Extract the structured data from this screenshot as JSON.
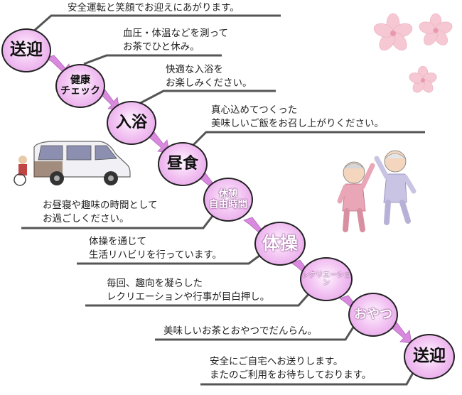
{
  "steps": [
    {
      "label": "送迎",
      "description": [
        "安全運転と笑顔でお迎えにあがります。"
      ]
    },
    {
      "label": "健康チェック",
      "label_lines": [
        "健康",
        "チェック"
      ],
      "description": [
        "血圧・体温などを測って",
        "お茶でひと休み。"
      ]
    },
    {
      "label": "入浴",
      "description": [
        "快適な入浴を",
        "お楽しみください。"
      ]
    },
    {
      "label": "昼食",
      "description": [
        "真心込めてつくった",
        "美味しいご飯をお召し上がりください。"
      ]
    },
    {
      "label": "休憩自由時間",
      "label_lines": [
        "休憩",
        "自由時間"
      ],
      "description": [
        "お昼寝や趣味の時間として",
        "お過ごしください。"
      ]
    },
    {
      "label": "体操",
      "description": [
        "体操を通じて",
        "生活リハビリを行っています。"
      ]
    },
    {
      "label": "レクリエーション",
      "description": [
        "毎回、趣向を凝らした",
        "レクリエーションや行事が目白押し。"
      ]
    },
    {
      "label": "おやつ",
      "description": [
        "美味しいお茶とおやつでだんらん。"
      ]
    },
    {
      "label": "送迎",
      "description": [
        "安全にご自宅へお送りします。",
        "またのご利用をお待ちしております。"
      ]
    }
  ],
  "colors": {
    "node_fill": "#f3c6f3",
    "node_edge": "#e39ae6",
    "line": "#555555",
    "arrow": "#d98adf",
    "blossom": "#f6c3cf"
  },
  "decorations": [
    "cherry-blossom-illustration",
    "van-illustration",
    "elderly-exercise-illustration"
  ]
}
